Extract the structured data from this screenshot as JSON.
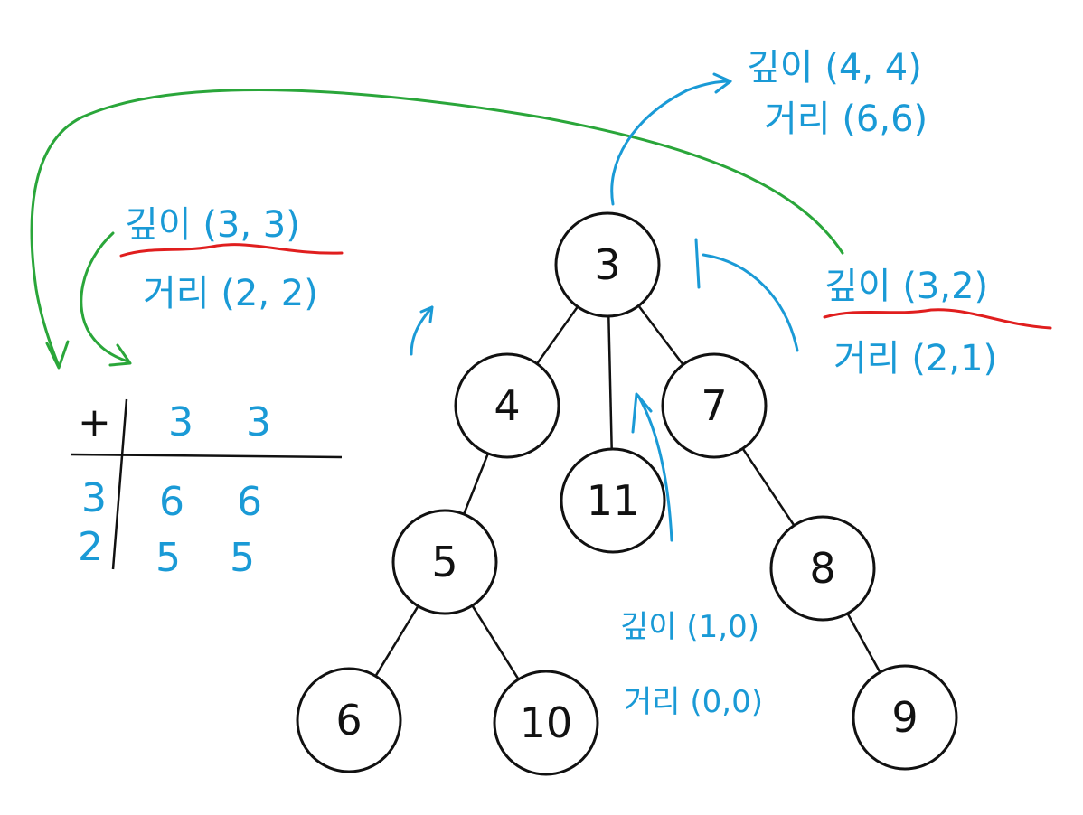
{
  "colors": {
    "ink": "#111111",
    "blue": "#1a9ad6",
    "green": "#2aa63a",
    "red": "#e01e1e"
  },
  "tree": {
    "nodes": [
      {
        "id": "n3",
        "label": "3"
      },
      {
        "id": "n4",
        "label": "4"
      },
      {
        "id": "n11",
        "label": "11"
      },
      {
        "id": "n7",
        "label": "7"
      },
      {
        "id": "n5",
        "label": "5"
      },
      {
        "id": "n8",
        "label": "8"
      },
      {
        "id": "n6",
        "label": "6"
      },
      {
        "id": "n10",
        "label": "10"
      },
      {
        "id": "n9",
        "label": "9"
      }
    ],
    "edges": [
      [
        "n3",
        "n4"
      ],
      [
        "n3",
        "n11"
      ],
      [
        "n3",
        "n7"
      ],
      [
        "n4",
        "n5"
      ],
      [
        "n7",
        "n8"
      ],
      [
        "n5",
        "n6"
      ],
      [
        "n5",
        "n10"
      ],
      [
        "n8",
        "n9"
      ]
    ]
  },
  "annotations": {
    "top": {
      "depth": "깊이 (4, 4)",
      "dist": "거리 (6,6)"
    },
    "left": {
      "depth": "깊이 (3, 3)",
      "dist": "거리 (2, 2)"
    },
    "right": {
      "depth": "깊이 (3,2)",
      "dist": "거리 (2,1)"
    },
    "bottom": {
      "depth": "깊이 (1,0)",
      "dist": "거리 (0,0)"
    }
  },
  "table": {
    "op": "+",
    "col_headers": [
      "3",
      "3"
    ],
    "rows": [
      {
        "header": "3",
        "cells": [
          "6",
          "6"
        ]
      },
      {
        "header": "2",
        "cells": [
          "5",
          "5"
        ]
      }
    ]
  }
}
